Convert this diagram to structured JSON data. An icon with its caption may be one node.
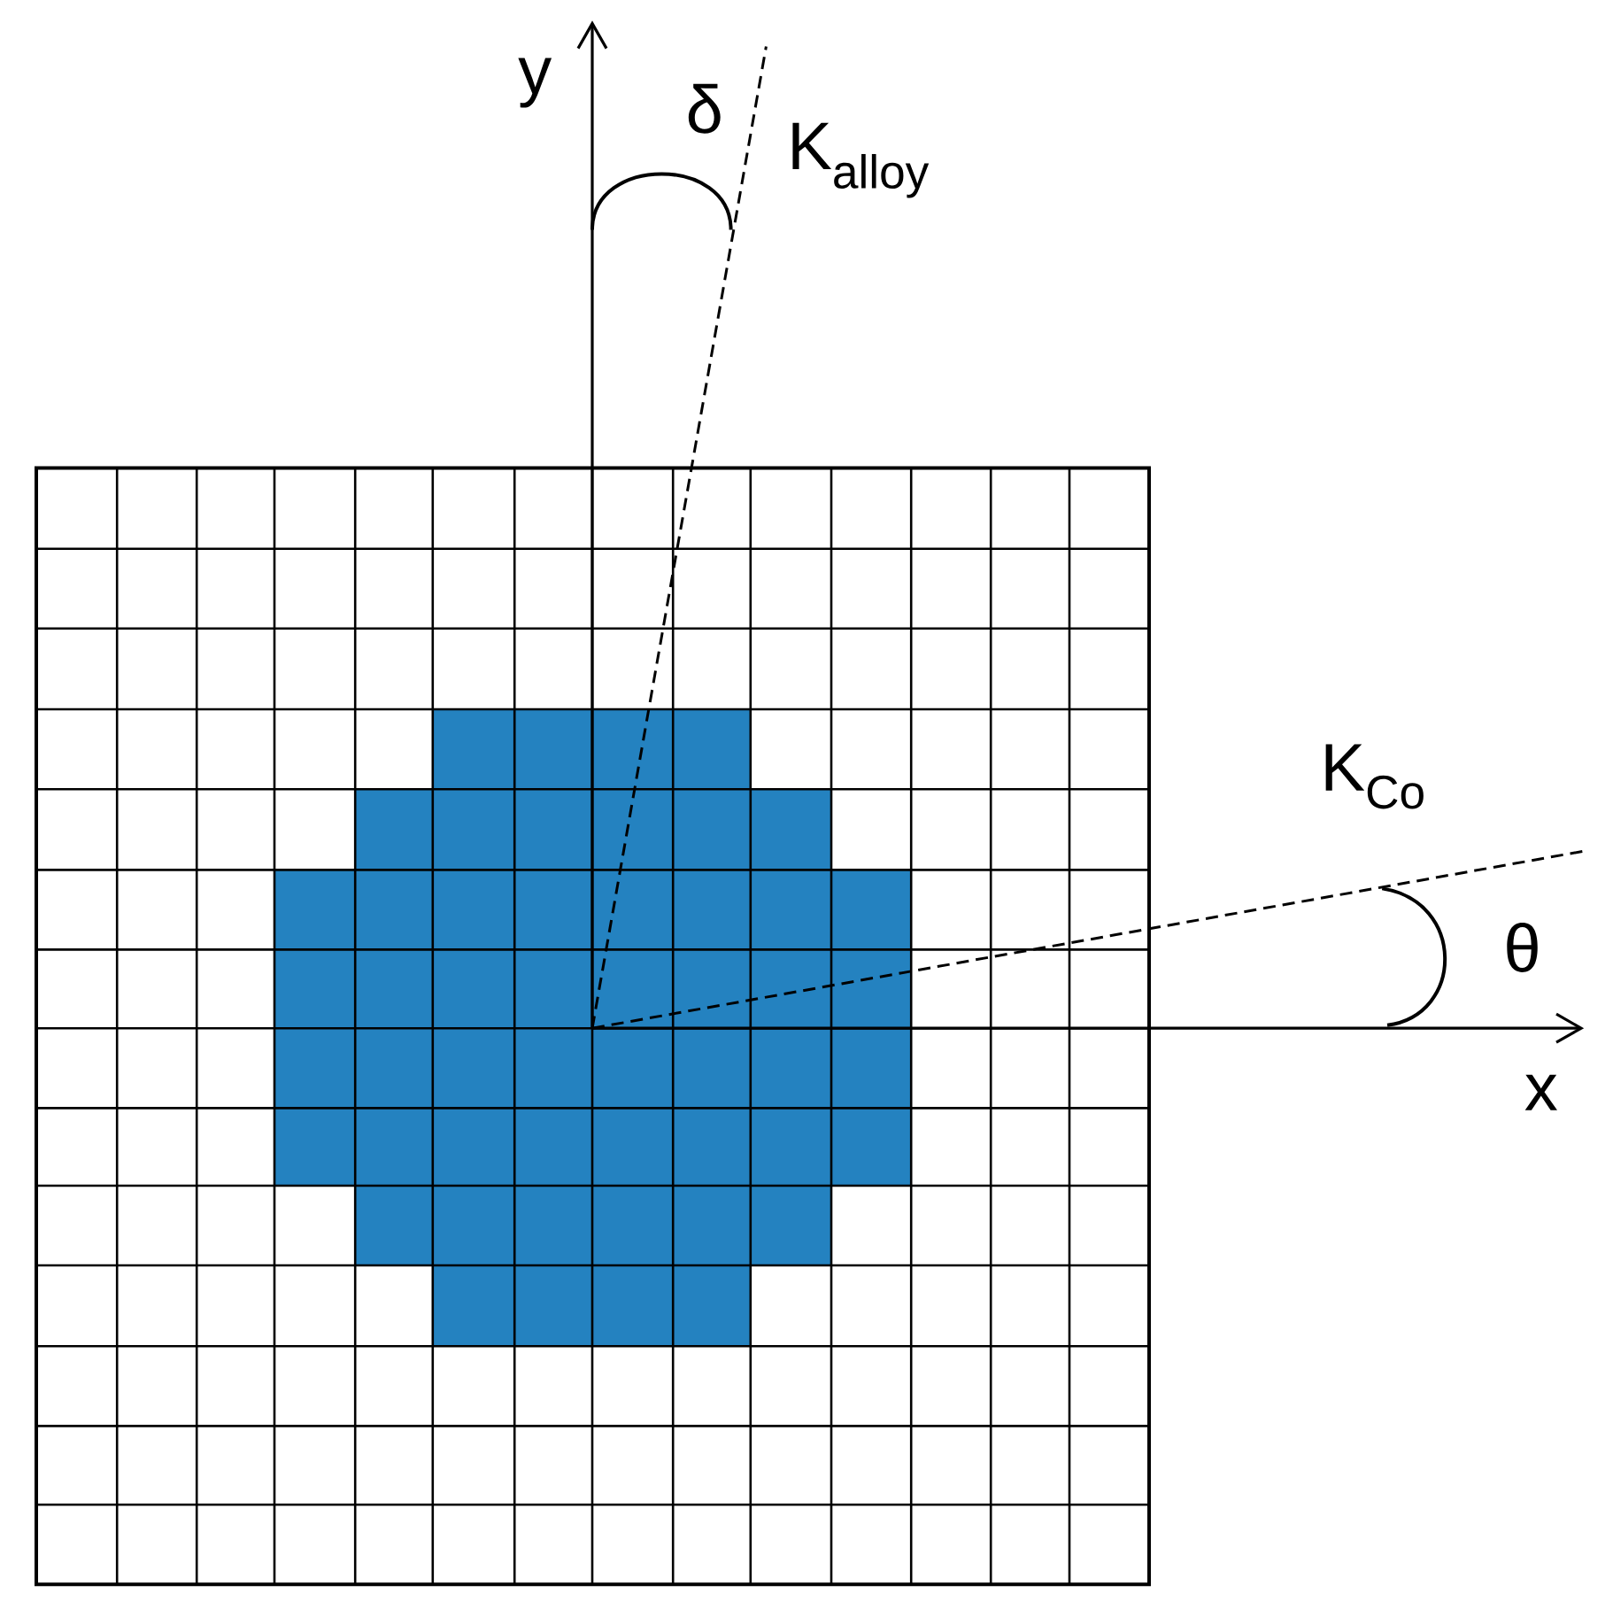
{
  "diagram": {
    "labels": [
      "y",
      "δ",
      "K$_{alloy}$",
      "K$_{Co}$",
      "θ",
      "x"
    ]
  }
}
